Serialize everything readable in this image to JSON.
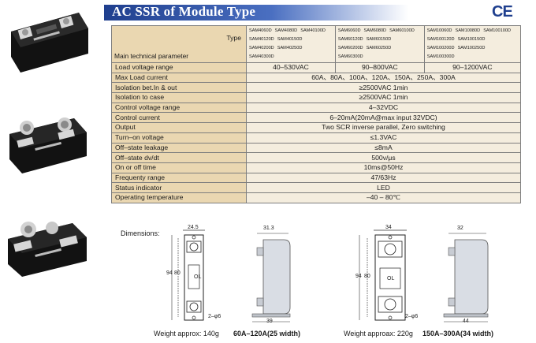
{
  "header": {
    "title": "AC SSR of Module Type",
    "ce_mark": "CE",
    "gradient_start": "#1f3f8e"
  },
  "table": {
    "type_label": "Type",
    "param_label": "Main technical parameter",
    "model_groups": [
      [
        "SAM4060D",
        "SAM4080D",
        "SAM40100D",
        "SAM40120D",
        "SAM40150D",
        "SAM40200D",
        "SAM40250D",
        "SAM40300D"
      ],
      [
        "SAM6060D",
        "SAM6080D",
        "SAM60100D",
        "SAM60120D",
        "SAM60150D",
        "SAM60200D",
        "SAM60250D",
        "SAM60300D"
      ],
      [
        "SAM10060D",
        "SAM10080D",
        "SAM100100D",
        "SAM100120D",
        "SAM100150D",
        "SAM100200D",
        "SAM100250D",
        "SAM100300D"
      ]
    ],
    "load_voltage": {
      "label": "Load voltage range",
      "values": [
        "40–530VAC",
        "90–800VAC",
        "90–1200VAC"
      ]
    },
    "rows": [
      {
        "label": "Max Load current",
        "value": "60A、80A、100A、120A、150A、250A、300A"
      },
      {
        "label": "Isolation bet.In & out",
        "value": "≥2500VAC 1min"
      },
      {
        "label": "Isolation to case",
        "value": "≥2500VAC 1min"
      },
      {
        "label": "Control voltage range",
        "value": "4–32VDC"
      },
      {
        "label": "Control current",
        "value": "6–20mA(20mA@max input 32VDC)"
      },
      {
        "label": "Output",
        "value": "Two SCR  inverse parallel, Zero switching"
      },
      {
        "label": "Turn–on voltage",
        "value": "≤1.3VAC"
      },
      {
        "label": "Off–state leakage",
        "value": "≤8mA"
      },
      {
        "label": "Off–state dv/dt",
        "value": "500v/μs"
      },
      {
        "label": "On or off time",
        "value": "10ms@50Hz"
      },
      {
        "label": "Frequenty range",
        "value": "47/63Hz"
      },
      {
        "label": "Status indicator",
        "value": "LED"
      },
      {
        "label": "Operating temperature",
        "value": "–40 – 80℃"
      }
    ]
  },
  "dimensions": {
    "title": "Dimensions:",
    "small": {
      "width_top": "24.5",
      "height_outer": "94",
      "height_inner": "80",
      "hole": "2–φ6",
      "side_width": "31.3",
      "side_base": "39",
      "indicator": "OL",
      "weight": "Weight approx: 140g",
      "caption": "60A–120A(25 width)"
    },
    "large": {
      "width_top": "34",
      "height_outer": "94",
      "height_inner": "80",
      "hole": "2–φ6",
      "side_width": "32",
      "side_base": "44",
      "indicator": "OL",
      "weight": "Weight approax: 220g",
      "caption": "150A–300A(34 width)"
    }
  }
}
